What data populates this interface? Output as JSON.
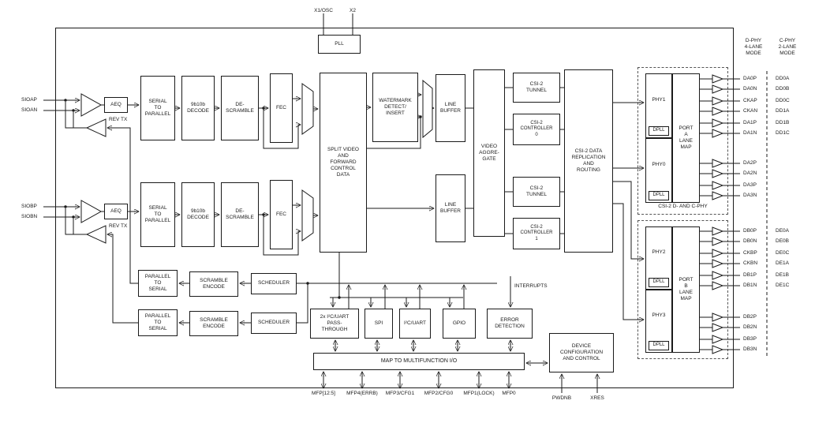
{
  "diagram": {
    "blocks": {
      "pll": "PLL",
      "aeq": "AEQ",
      "rev_tx": "REV TX",
      "serial_to_parallel": "SERIAL\nTO\nPARALLEL",
      "decode_9b10b": "9b10b\nDECODE",
      "descramble": "DE-\nSCRAMBLE",
      "fec": "FEC",
      "split_video": "SPLIT VIDEO\nAND\nFORWARD\nCONTROL\nDATA",
      "watermark": "WATERMARK\nDETECT/\nINSERT",
      "line_buffer": "LINE\nBUFFER",
      "video_aggregate": "VIDEO\nAGGRE-\nGATE",
      "csi2_tunnel": "CSI-2\nTUNNEL",
      "csi2_controller_0": "CSI-2\nCONTROLLER\n0",
      "csi2_controller_1": "CSI-2\nCONTROLLER\n1",
      "csi2_replication": "CSI-2 DATA\nREPLICATION\nAND\nROUTING",
      "phy0": "PHY0",
      "phy1": "PHY1",
      "phy2": "PHY2",
      "phy3": "PHY3",
      "dpll": "DPLL",
      "port_a_lane_map": "PORT\nA\nLANE\nMAP",
      "port_b_lane_map": "PORT\nB\nLANE\nMAP",
      "csi2_dc_phy_caption": "CSI-2 D- AND C-PHY",
      "parallel_to_serial": "PARALLEL\nTO\nSERIAL",
      "scramble_encode": "SCRAMBLE\nENCODE",
      "scheduler": "SCHEDULER",
      "i2c_uart_passthrough": "2x I²C/UART\nPASS-\nTHROUGH",
      "spi": "SPI",
      "i2c_uart": "I²C/UART",
      "gpio": "GPIO",
      "error_detection": "ERROR\nDETECTION",
      "map_to_mfio": "MAP TO MULTIFUNCTION I/O",
      "device_config": "DEVICE\nCONFIGURATION\nAND CONTROL",
      "interrupts": "INTERRUPTS"
    },
    "pins": {
      "top": [
        "X1/OSC",
        "X2"
      ],
      "sio_a": [
        "SIOAP",
        "SIOAN"
      ],
      "sio_b": [
        "SIOBP",
        "SIOBN"
      ],
      "mfp": [
        "MFP[12:5]",
        "MFP4(ERRB)",
        "MFP3/CFG1",
        "MFP2/CFG0",
        "MFP1(LOCK)",
        "MFP0"
      ],
      "control": [
        "PWDNB",
        "XRES"
      ],
      "mode_headers": [
        "D-PHY\n4-LANE\nMODE",
        "C-PHY\n2-LANE\nMODE"
      ],
      "dphy_port_a": [
        "DA0P",
        "DA0N",
        "CKAP",
        "CKAN",
        "DA1P",
        "DA1N",
        "DA2P",
        "DA2N",
        "DA3P",
        "DA3N"
      ],
      "cphy_port_a": [
        "DD0A",
        "DD0B",
        "DD0C",
        "DD1A",
        "DD1B",
        "DD1C"
      ],
      "dphy_port_b": [
        "DB0P",
        "DB0N",
        "CKBP",
        "CKBN",
        "DB1P",
        "DB1N",
        "DB2P",
        "DB2N",
        "DB3P",
        "DB3N"
      ],
      "cphy_port_b": [
        "DE0A",
        "DE0B",
        "DE0C",
        "DE1A",
        "DE1B",
        "DE1C"
      ]
    },
    "colors": {
      "line": "#1a1a1a",
      "background": "#ffffff"
    }
  }
}
